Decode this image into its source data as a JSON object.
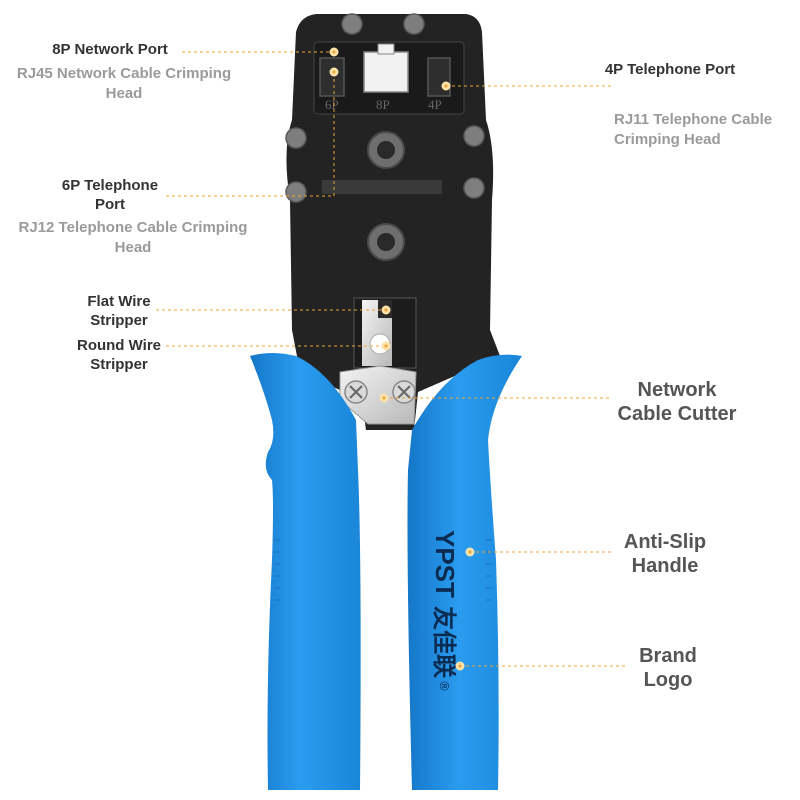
{
  "labels": {
    "port_8p": "8P Network Port",
    "port_8p_sub": "RJ45 Network Cable Crimping Head",
    "port_4p": "4P Telephone Port",
    "port_4p_sub": "RJ11 Telephone Cable Crimping Head",
    "port_6p": "6P Telephone Port",
    "port_6p_sub": "RJ12 Telephone Cable Crimping Head",
    "flat_stripper": "Flat Wire Stripper",
    "round_stripper": "Round Wire Stripper",
    "cutter": "Network Cable Cutter",
    "handle": "Anti-Slip Handle",
    "logo": "Brand Logo"
  },
  "die_marks": {
    "six": "6P",
    "eight": "8P",
    "four": "4P"
  },
  "brand": {
    "latin": "YPST",
    "cjk": "友佳联",
    "registered": "®"
  },
  "colors": {
    "handle_blue": "#1e90e0",
    "body_black": "#232323",
    "leader_orange": "#f0a030"
  }
}
